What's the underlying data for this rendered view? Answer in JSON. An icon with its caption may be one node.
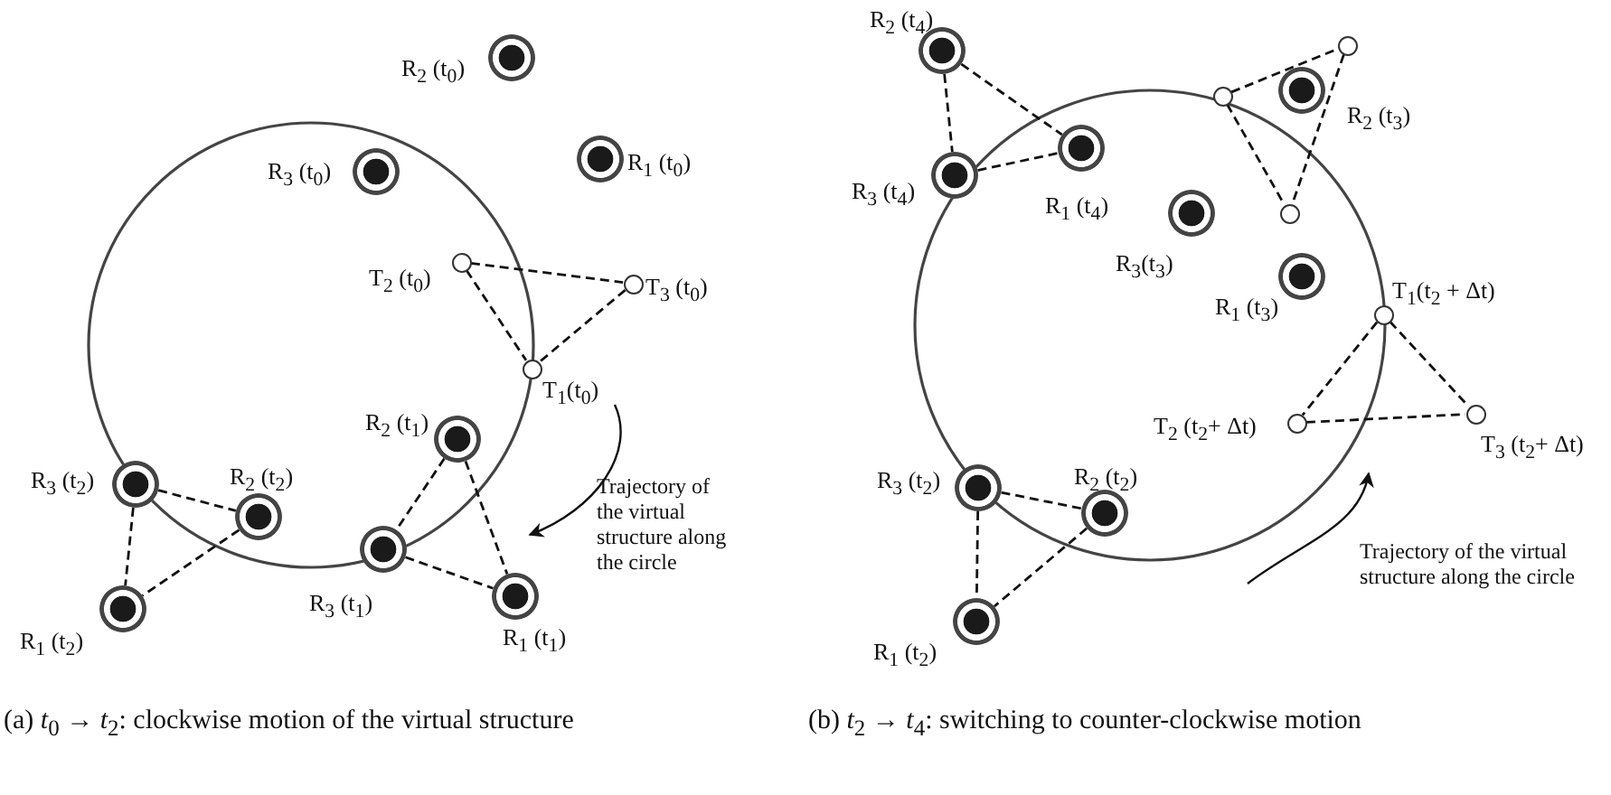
{
  "diagram": {
    "nodes": [
      {
        "text": [],
        "shape": "disc",
        "beside": [
          "R$_{2}$ (t$_{0}$)"
        ]
      },
      {
        "text": [],
        "shape": "disc",
        "beside": [
          "R$_{3}$ (t$_{0}$)"
        ]
      },
      {
        "text": [],
        "shape": "disc",
        "beside": [
          "R$_{1}$ (t$_{0}$)"
        ]
      },
      {
        "text": [],
        "shape": "circle",
        "beside": [
          "T$_{2}$ (t$_{0}$)"
        ]
      },
      {
        "text": [],
        "shape": "circle",
        "beside": [
          "T$_{3}$ (t$_{0}$)"
        ]
      },
      {
        "text": [],
        "shape": "circle",
        "beside": [
          "T$_{1}$(t$_{0}$)"
        ]
      },
      {
        "text": [],
        "shape": "disc",
        "beside": [
          "R$_{2}$ (t$_{1}$)"
        ]
      },
      {
        "text": [],
        "shape": "disc",
        "beside": [
          "R$_{3}$ (t$_{1}$)"
        ]
      },
      {
        "text": [],
        "shape": "disc",
        "beside": [
          "R$_{1}$ (t$_{1}$)"
        ]
      },
      {
        "text": [],
        "shape": "disc",
        "beside": [
          "R$_{3}$ (t$_{2}$)"
        ]
      },
      {
        "text": [],
        "shape": "disc",
        "beside": [
          "R$_{2}$ (t$_{2}$)"
        ]
      },
      {
        "text": [],
        "shape": "disc",
        "beside": [
          "R$_{1}$ (t$_{2}$)"
        ]
      },
      {
        "text": [],
        "shape": "disc",
        "beside": [
          "R$_{2}$ (t$_{4}$)"
        ]
      },
      {
        "text": [],
        "shape": "disc",
        "beside": [
          "R$_{3}$ (t$_{4}$)"
        ]
      },
      {
        "text": [],
        "shape": "disc",
        "beside": [
          "R$_{1}$ (t$_{4}$)"
        ]
      },
      {
        "text": [],
        "shape": "circle"
      },
      {
        "text": [],
        "shape": "circle"
      },
      {
        "text": [],
        "shape": "disc",
        "beside": [
          "R$_{2}$ (t$_{3}$)"
        ]
      },
      {
        "text": [],
        "shape": "circle"
      },
      {
        "text": [],
        "shape": "disc",
        "beside": [
          "R$_{3}$(t$_{3}$)"
        ]
      },
      {
        "text": [],
        "shape": "disc",
        "beside": [
          "R$_{1}$ (t$_{3}$)"
        ]
      },
      {
        "text": [],
        "shape": "circle",
        "beside": [
          "T$_{1}$(t$_{2}$ + Δt)"
        ]
      },
      {
        "text": [],
        "shape": "circle",
        "beside": [
          "T$_{2}$ (t$_{2}$+ Δt)"
        ]
      },
      {
        "text": [],
        "shape": "circle",
        "beside": [
          "T$_{3}$ (t$_{2}$+ Δt)"
        ]
      },
      {
        "text": [],
        "shape": "disc",
        "beside": [
          "R$_{3}$ (t$_{2}$)"
        ]
      },
      {
        "text": [],
        "shape": "disc",
        "beside": [
          "R$_{2}$ (t$_{2}$)"
        ]
      },
      {
        "text": [],
        "shape": "disc",
        "beside": [
          "R$_{1}$ (t$_{2}$)"
        ]
      }
    ],
    "edges": [
      {
        "from": 3,
        "to": 4,
        "arrow": "none"
      },
      {
        "from": 3,
        "to": 5,
        "arrow": "none"
      },
      {
        "from": 4,
        "to": 5,
        "arrow": "none"
      },
      {
        "from": 6,
        "to": 7,
        "arrow": "none"
      },
      {
        "from": 6,
        "to": 8,
        "arrow": "none"
      },
      {
        "from": 7,
        "to": 8,
        "arrow": "none"
      },
      {
        "from": 9,
        "to": 10,
        "arrow": "none"
      },
      {
        "from": 9,
        "to": 11,
        "arrow": "none"
      },
      {
        "from": 10,
        "to": 11,
        "arrow": "none"
      },
      {
        "from": 12,
        "to": 13,
        "arrow": "none"
      },
      {
        "from": 12,
        "to": 14,
        "arrow": "none"
      },
      {
        "from": 13,
        "to": 14,
        "arrow": "none"
      },
      {
        "from": 15,
        "to": 16,
        "arrow": "none"
      },
      {
        "from": 15,
        "to": 18,
        "arrow": "none"
      },
      {
        "from": 16,
        "to": 18,
        "arrow": "none"
      },
      {
        "from": 21,
        "to": 22,
        "arrow": "none"
      },
      {
        "from": 21,
        "to": 23,
        "arrow": "none"
      },
      {
        "from": 22,
        "to": 23,
        "arrow": "none"
      },
      {
        "from": 24,
        "to": 25,
        "arrow": "none"
      },
      {
        "from": 24,
        "to": 26,
        "arrow": "none"
      },
      {
        "from": 25,
        "to": 26,
        "arrow": "none"
      }
    ],
    "labels": [
      "Trajectory of the virtual structure along the circle",
      "Trajectory of the virtual structure along the circle",
      "(a) *t*$_{0}$ → *t*$_{2}$: clockwise motion of the virtual structure",
      "(b) *t*$_{2}$ → *t*$_{4}$: switching to counter-clockwise motion"
    ]
  }
}
